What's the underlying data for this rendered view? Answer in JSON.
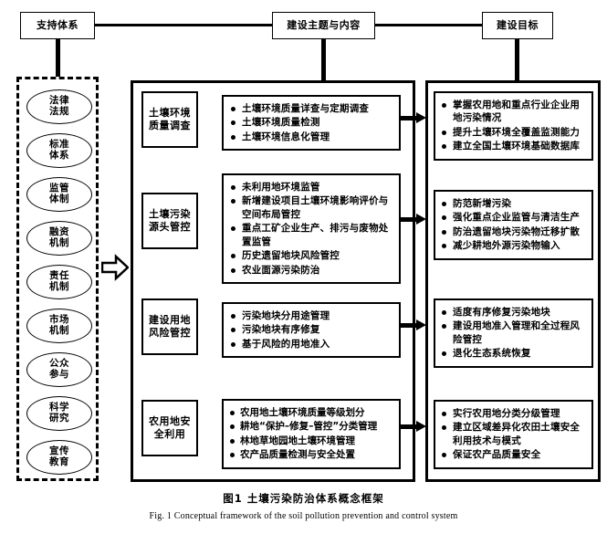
{
  "figure": {
    "caption_cn": "图1  土壤污染防治体系概念框架",
    "caption_en": "Fig. 1   Conceptual framework of the soil pollution prevention and control system"
  },
  "headers": {
    "support": "支持体系",
    "theme": "建设主题与内容",
    "goal": "建设目标"
  },
  "support_system": {
    "items": [
      {
        "line1": "法律",
        "line2": "法规"
      },
      {
        "line1": "标准",
        "line2": "体系"
      },
      {
        "line1": "监管",
        "line2": "体制"
      },
      {
        "line1": "融资",
        "line2": "机制"
      },
      {
        "line1": "责任",
        "line2": "机制"
      },
      {
        "line1": "市场",
        "line2": "机制"
      },
      {
        "line1": "公众",
        "line2": "参与"
      },
      {
        "line1": "科学",
        "line2": "研究"
      },
      {
        "line1": "宣传",
        "line2": "教育"
      }
    ]
  },
  "stages": [
    {
      "line1": "土壤环境",
      "line2": "质量调查"
    },
    {
      "line1": "土壤污染",
      "line2": "源头管控"
    },
    {
      "line1": "建设用地",
      "line2": "风险管控"
    },
    {
      "line1": "农用地安",
      "line2": "全利用"
    }
  ],
  "contents": [
    {
      "bullets": [
        "土壤环境质量详查与定期调查",
        "土壤环境质量检测",
        "土壤环境信息化管理"
      ]
    },
    {
      "bullets": [
        "未利用地环境监管",
        "新增建设项目土壤环境影响评价与空间布局管控",
        "重点工矿企业生产、排污与废物处置监管",
        "历史遗留地块风险管控",
        "农业面源污染防治"
      ]
    },
    {
      "bullets": [
        "污染地块分用途管理",
        "污染地块有序修复",
        "基于风险的用地准入"
      ]
    },
    {
      "bullets": [
        "农用地土壤环境质量等级划分",
        "耕地“保护–修复–管控”分类管理",
        "林地草地园地土壤环境管理",
        "农产品质量检测与安全处置"
      ]
    }
  ],
  "goals": [
    {
      "bullets": [
        "掌握农用地和重点行业企业用地污染情况",
        "提升土壤环境全覆盖监测能力",
        "建立全国土壤环境基础数据库"
      ]
    },
    {
      "bullets": [
        "防范新增污染",
        "强化重点企业监管与清洁生产",
        "防治遗留地块污染物迁移扩散",
        "减少耕地外源污染物输入"
      ]
    },
    {
      "bullets": [
        "适度有序修复污染地块",
        "建设用地准入管理和全过程风险管控",
        "退化生态系统恢复"
      ]
    },
    {
      "bullets": [
        "实行农用地分类分级管理",
        "建立区域差异化农田土壤安全利用技术与模式",
        "保证农产品质量安全"
      ]
    }
  ],
  "colors": {
    "line": "#000000",
    "background": "#ffffff"
  }
}
